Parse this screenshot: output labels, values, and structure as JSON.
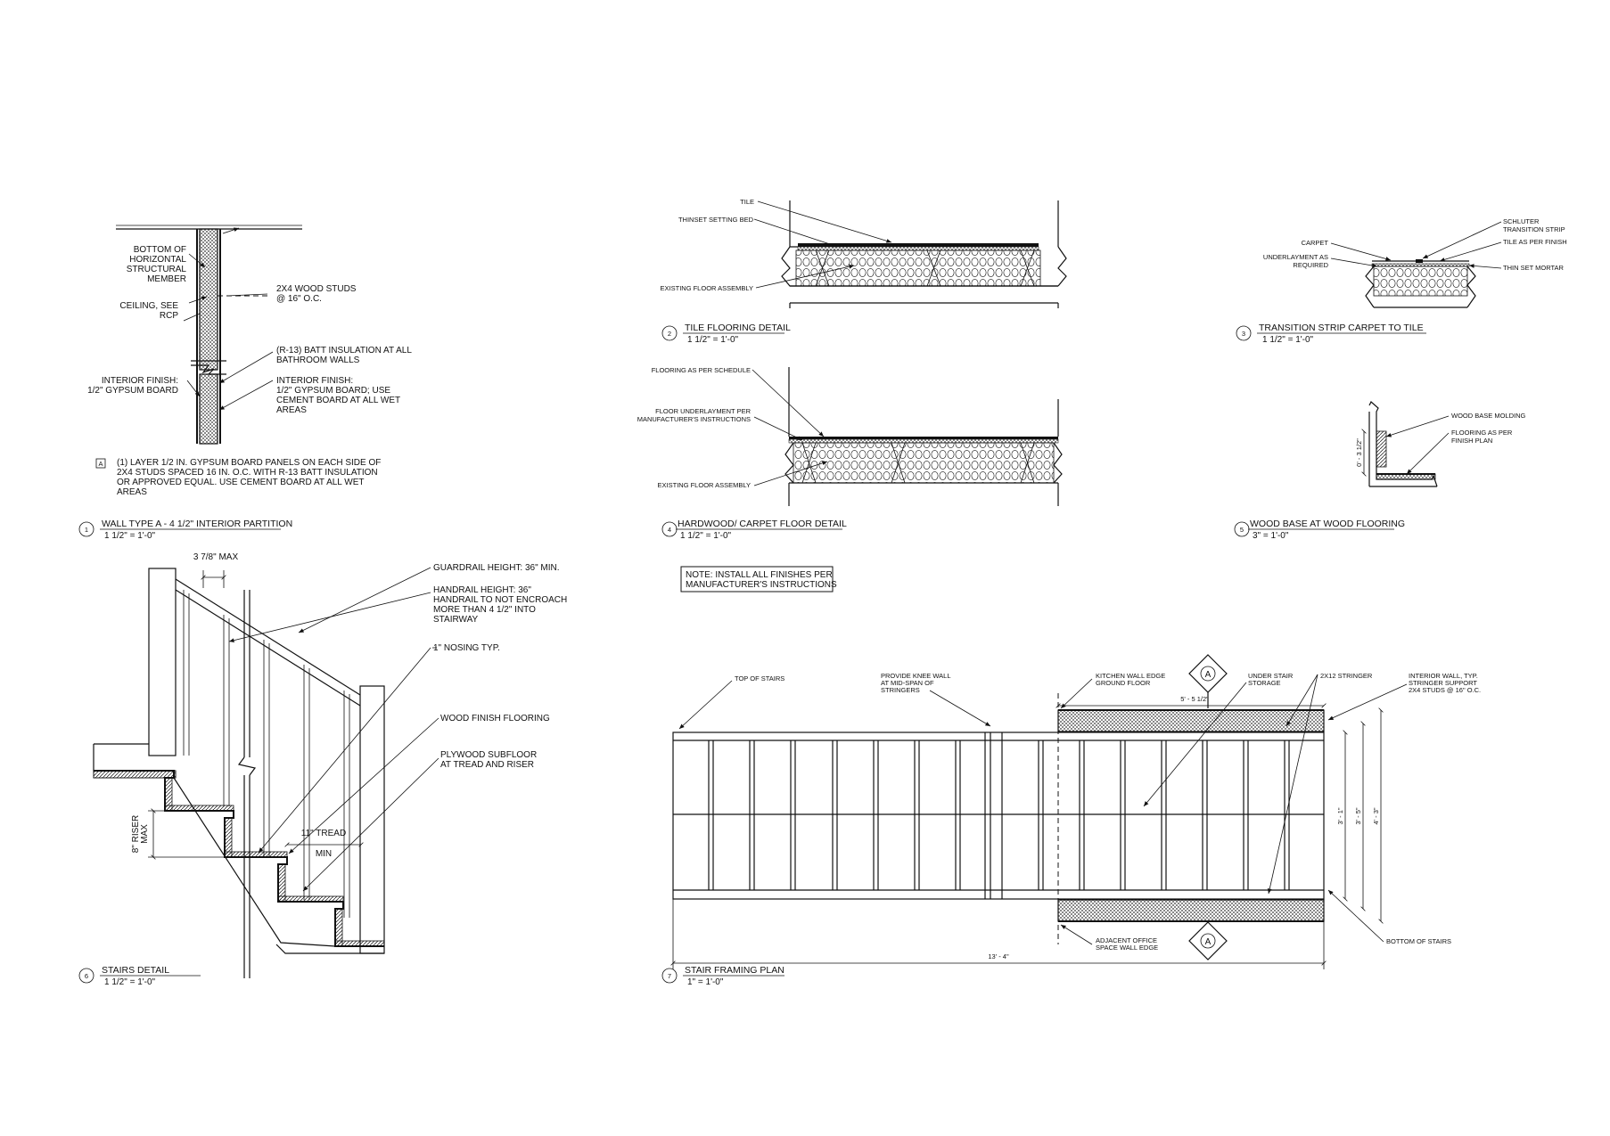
{
  "wall_type": {
    "labels": {
      "bottom_member": [
        "BOTTOM OF",
        "HORIZONTAL",
        "STRUCTURAL",
        "MEMBER"
      ],
      "studs": [
        "2X4 WOOD STUDS",
        "@ 16\" O.C."
      ],
      "ceiling": [
        "CEILING, SEE",
        "RCP"
      ],
      "batt": [
        "(R-13) BATT INSULATION AT ALL",
        "BATHROOM WALLS"
      ],
      "finish_left": [
        "INTERIOR FINISH:",
        "1/2\" GYPSUM BOARD"
      ],
      "finish_right": [
        "INTERIOR FINISH:",
        "1/2\" GYPSUM BOARD; USE",
        "CEMENT BOARD AT ALL WET",
        "AREAS"
      ]
    },
    "tag": "A",
    "note": [
      "(1) LAYER 1/2 IN. GYPSUM BOARD PANELS ON EACH SIDE OF",
      "2X4 STUDS SPACED 16 IN. O.C. WITH R-13 BATT INSULATION",
      "OR APPROVED EQUAL. USE CEMENT BOARD AT ALL WET",
      "AREAS"
    ]
  },
  "tile_detail": {
    "labels": {
      "tile": "TILE",
      "thinset": "THINSET SETTING BED",
      "existing": "EXISTING FLOOR ASSEMBLY"
    }
  },
  "transition_detail": {
    "labels": {
      "schluter": [
        "SCHLUTER",
        "TRANSITION STRIP"
      ],
      "carpet": "CARPET",
      "tile_per_finish": "TILE AS PER FINISH",
      "underlayment": [
        "UNDERLAYMENT AS",
        "REQUIRED"
      ],
      "thinset": "THIN SET MORTAR"
    }
  },
  "hardwood_detail": {
    "labels": {
      "flooring": "FLOORING AS PER SCHEDULE",
      "underlayment": [
        "FLOOR UNDERLAYMENT PER",
        "MANUFACTURER'S INSTRUCTIONS"
      ],
      "existing": "EXISTING FLOOR ASSEMBLY"
    }
  },
  "wood_base_detail": {
    "labels": {
      "molding": "WOOD BASE MOLDING",
      "flooring": [
        "FLOORING AS PER",
        "FINISH PLAN"
      ],
      "dim": "0' - 3 1/2\""
    }
  },
  "general_note": [
    "NOTE: INSTALL ALL FINISHES PER",
    "MANUFACTURER'S INSTRUCTIONS"
  ],
  "stairs_detail": {
    "labels": {
      "max": "3 7/8\" MAX",
      "guardrail": "GUARDRAIL HEIGHT: 36\" MIN.",
      "handrail": [
        "HANDRAIL HEIGHT: 36\"",
        "HANDRAIL TO NOT ENCROACH",
        "MORE THAN 4 1/2\" INTO",
        "STAIRWAY"
      ],
      "nosing": "1\" NOSING TYP.",
      "wood_finish": "WOOD FINISH FLOORING",
      "plywood": [
        "PLYWOOD SUBFLOOR",
        "AT TREAD AND RISER"
      ],
      "riser": [
        "8\" RISER",
        "MAX"
      ],
      "tread": [
        "11\" TREAD",
        "MIN"
      ]
    }
  },
  "stair_plan": {
    "labels": {
      "top": "TOP OF STAIRS",
      "knee": [
        "PROVIDE KNEE WALL",
        "AT MID-SPAN OF",
        "STRINGERS"
      ],
      "kitchen": [
        "KITCHEN WALL EDGE",
        "GROUND FLOOR"
      ],
      "under": [
        "UNDER STAIR",
        "STORAGE"
      ],
      "stringer": "2X12 STRINGER",
      "interior": [
        "INTERIOR WALL, TYP.",
        "STRINGER SUPPORT",
        "2X4 STUDS @ 16\" O.C."
      ],
      "adjacent": [
        "ADJACENT OFFICE",
        "SPACE WALL EDGE"
      ],
      "bottom": "BOTTOM OF STAIRS"
    },
    "section_tag": "A",
    "dims": {
      "top": "5' - 5 1/2\"",
      "right1": "3' - 1\"",
      "right2": "3' - 5\"",
      "right3": "4' - 3\"",
      "overall": "13' - 4\""
    }
  },
  "titles": [
    {
      "num": "1",
      "name": "WALL TYPE A - 4 1/2\" INTERIOR PARTITION",
      "scale": "1 1/2\" = 1'-0\""
    },
    {
      "num": "2",
      "name": "TILE FLOORING DETAIL",
      "scale": "1 1/2\" = 1'-0\""
    },
    {
      "num": "3",
      "name": "TRANSITION STRIP CARPET TO TILE",
      "scale": "1 1/2\" = 1'-0\""
    },
    {
      "num": "4",
      "name": "HARDWOOD/ CARPET FLOOR DETAIL",
      "scale": "1 1/2\" = 1'-0\""
    },
    {
      "num": "5",
      "name": "WOOD BASE AT WOOD FLOORING",
      "scale": "3\" = 1'-0\""
    },
    {
      "num": "6",
      "name": "STAIRS DETAIL",
      "scale": "1 1/2\" = 1'-0\""
    },
    {
      "num": "7",
      "name": "STAIR FRAMING PLAN",
      "scale": "1\" = 1'-0\""
    }
  ]
}
